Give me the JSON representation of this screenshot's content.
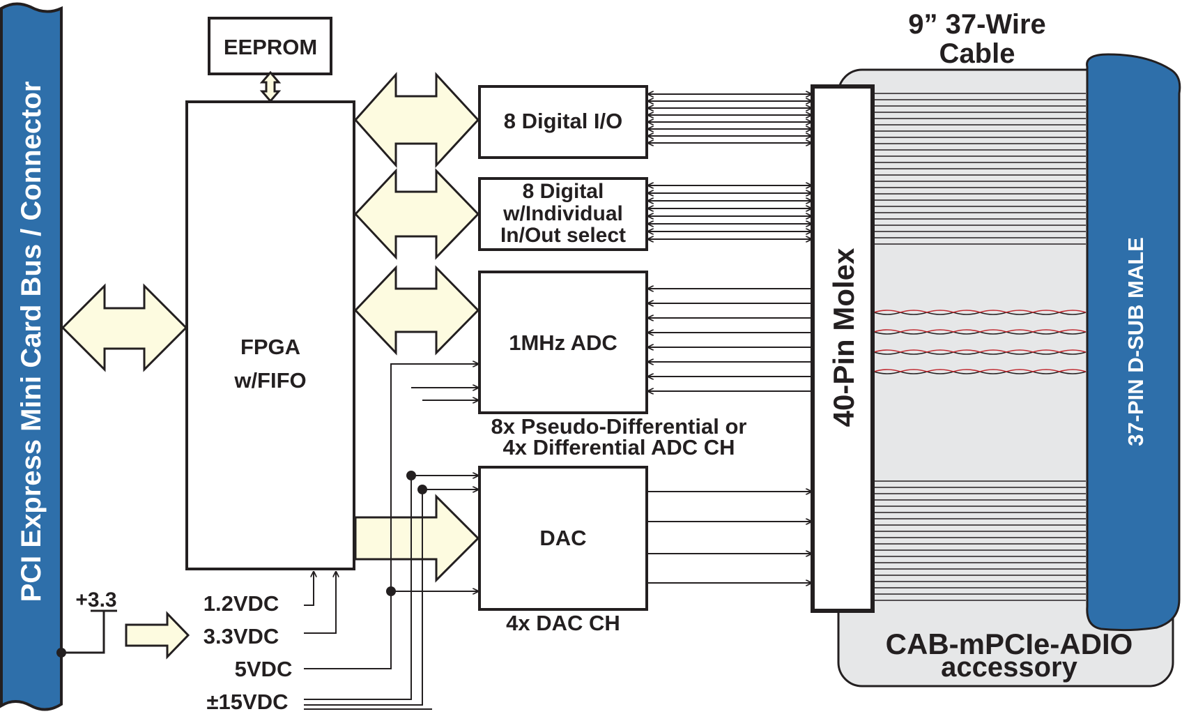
{
  "bus_label": "PCI Express Mini Card Bus / Connector",
  "eeprom": "EEPROM",
  "fpga": {
    "line1": "FPGA",
    "line2": "w/FIFO"
  },
  "dio8": "8 Digital I/O",
  "dio8_select": {
    "line1": "8 Digital",
    "line2": "w/Individual",
    "line3": "In/Out select"
  },
  "adc": "1MHz ADC",
  "adc_caption": {
    "line1": "8x Pseudo-Differential or",
    "line2": "4x Differential ADC CH"
  },
  "dac": "DAC",
  "dac_caption": "4x DAC CH",
  "power": {
    "in": "+3.3",
    "v12": "1.2VDC",
    "v33": "3.3VDC",
    "v5": "5VDC",
    "v15": "±15VDC"
  },
  "molex": "40-Pin Molex",
  "cable": {
    "line1": "9” 37-Wire",
    "line2": "Cable"
  },
  "dsub": "37-PIN D-SUB MALE",
  "accessory": {
    "line1": "CAB-mPCIe-ADIO",
    "line2": "accessory"
  },
  "colors": {
    "bus_blue": "#2e6faa",
    "arrow_fill": "#fdfbe0",
    "accessory_gray": "#e6e7e8",
    "twisted_red": "#c0272d",
    "ink": "#231f20"
  }
}
